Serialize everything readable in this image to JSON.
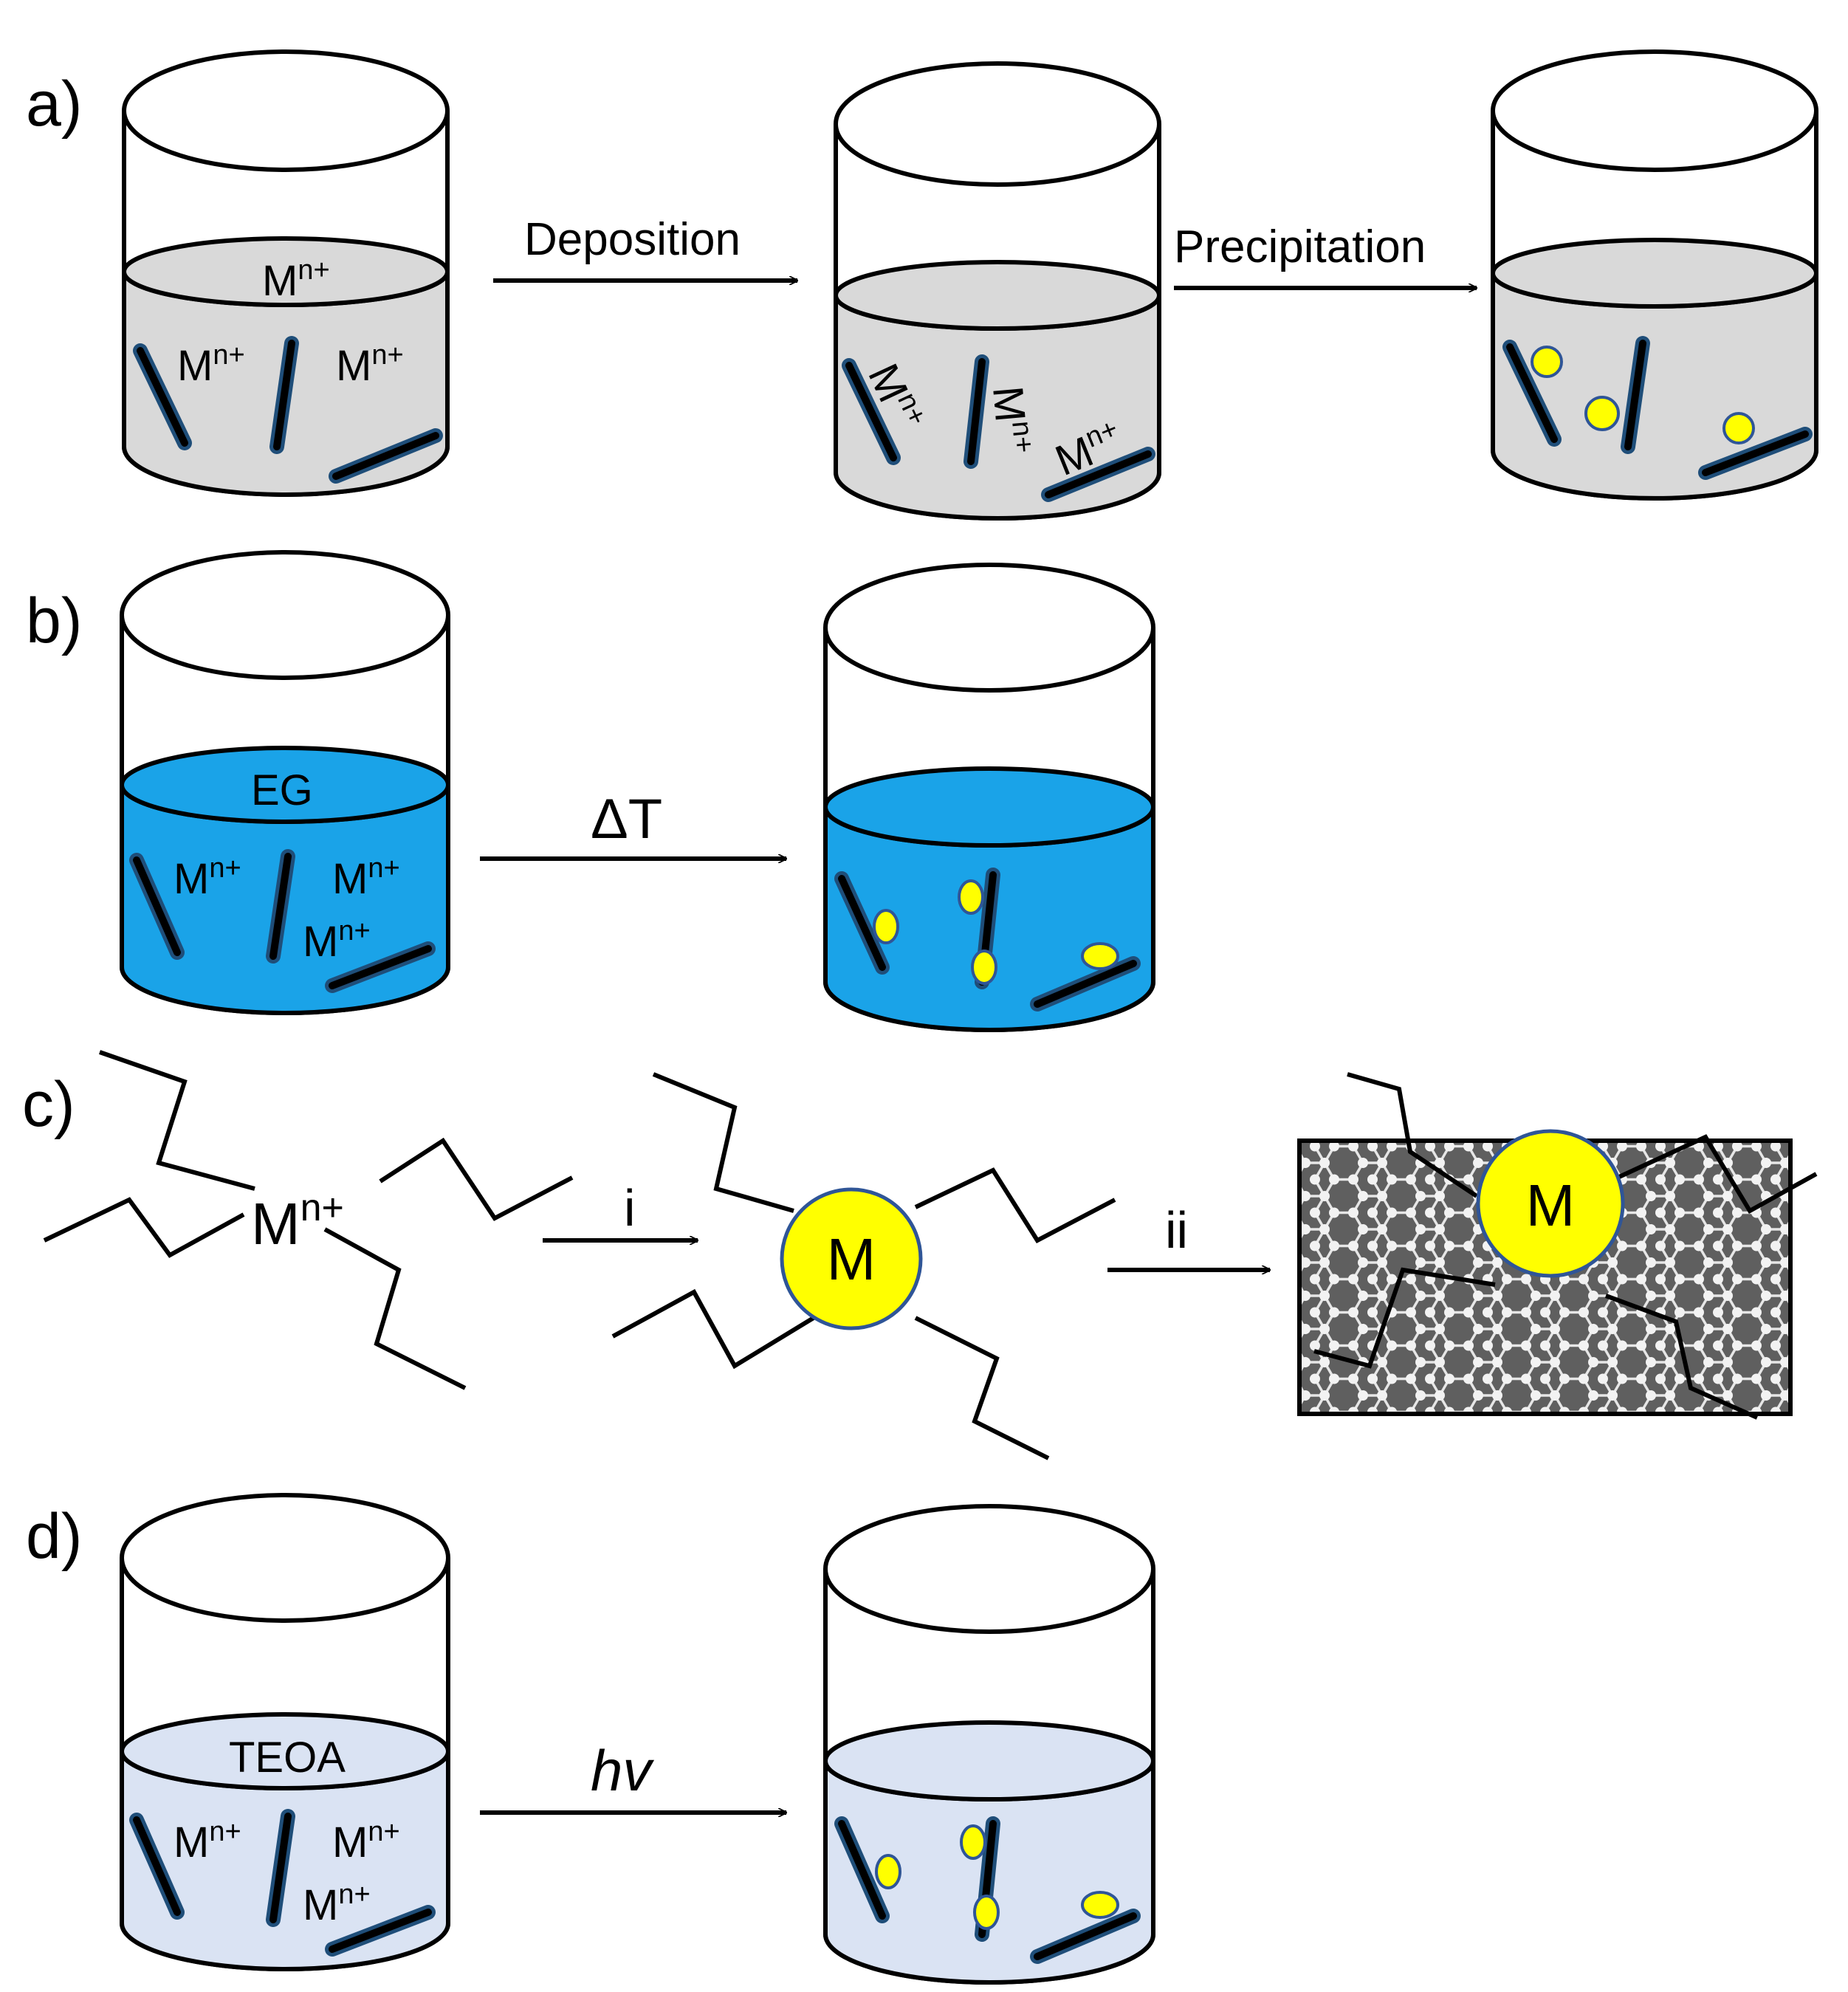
{
  "colors": {
    "panel_a_liquid": "#d9d9d9",
    "panel_b_liquid": "#1aa3e8",
    "panel_d_liquid": "#dae3f3",
    "nanoparticle": "#ffff00",
    "rod_outline": "#1f4e79",
    "rod_fill": "#000000",
    "particle_outline": "#2f5597",
    "graphene_bg": "#595959",
    "graphene_atom": "#d9d9d9"
  },
  "panel_labels": {
    "a": "a)",
    "b": "b)",
    "c": "c)",
    "d": "d)"
  },
  "ion": {
    "base": "M",
    "charge": "n+"
  },
  "metal": "M",
  "panel_a": {
    "arrow1": "Deposition",
    "arrow2": "Precipitation"
  },
  "panel_b": {
    "solvent": "EG",
    "arrow": "ΔT"
  },
  "panel_c": {
    "arrow1": "i",
    "arrow2": "ii"
  },
  "panel_d": {
    "solvent": "TEOA",
    "arrow": "hv"
  },
  "icons": [
    "beaker-icon",
    "nanorod-icon",
    "nanoparticle-icon",
    "graphene-sheet-icon",
    "ligand-chain-icon"
  ]
}
